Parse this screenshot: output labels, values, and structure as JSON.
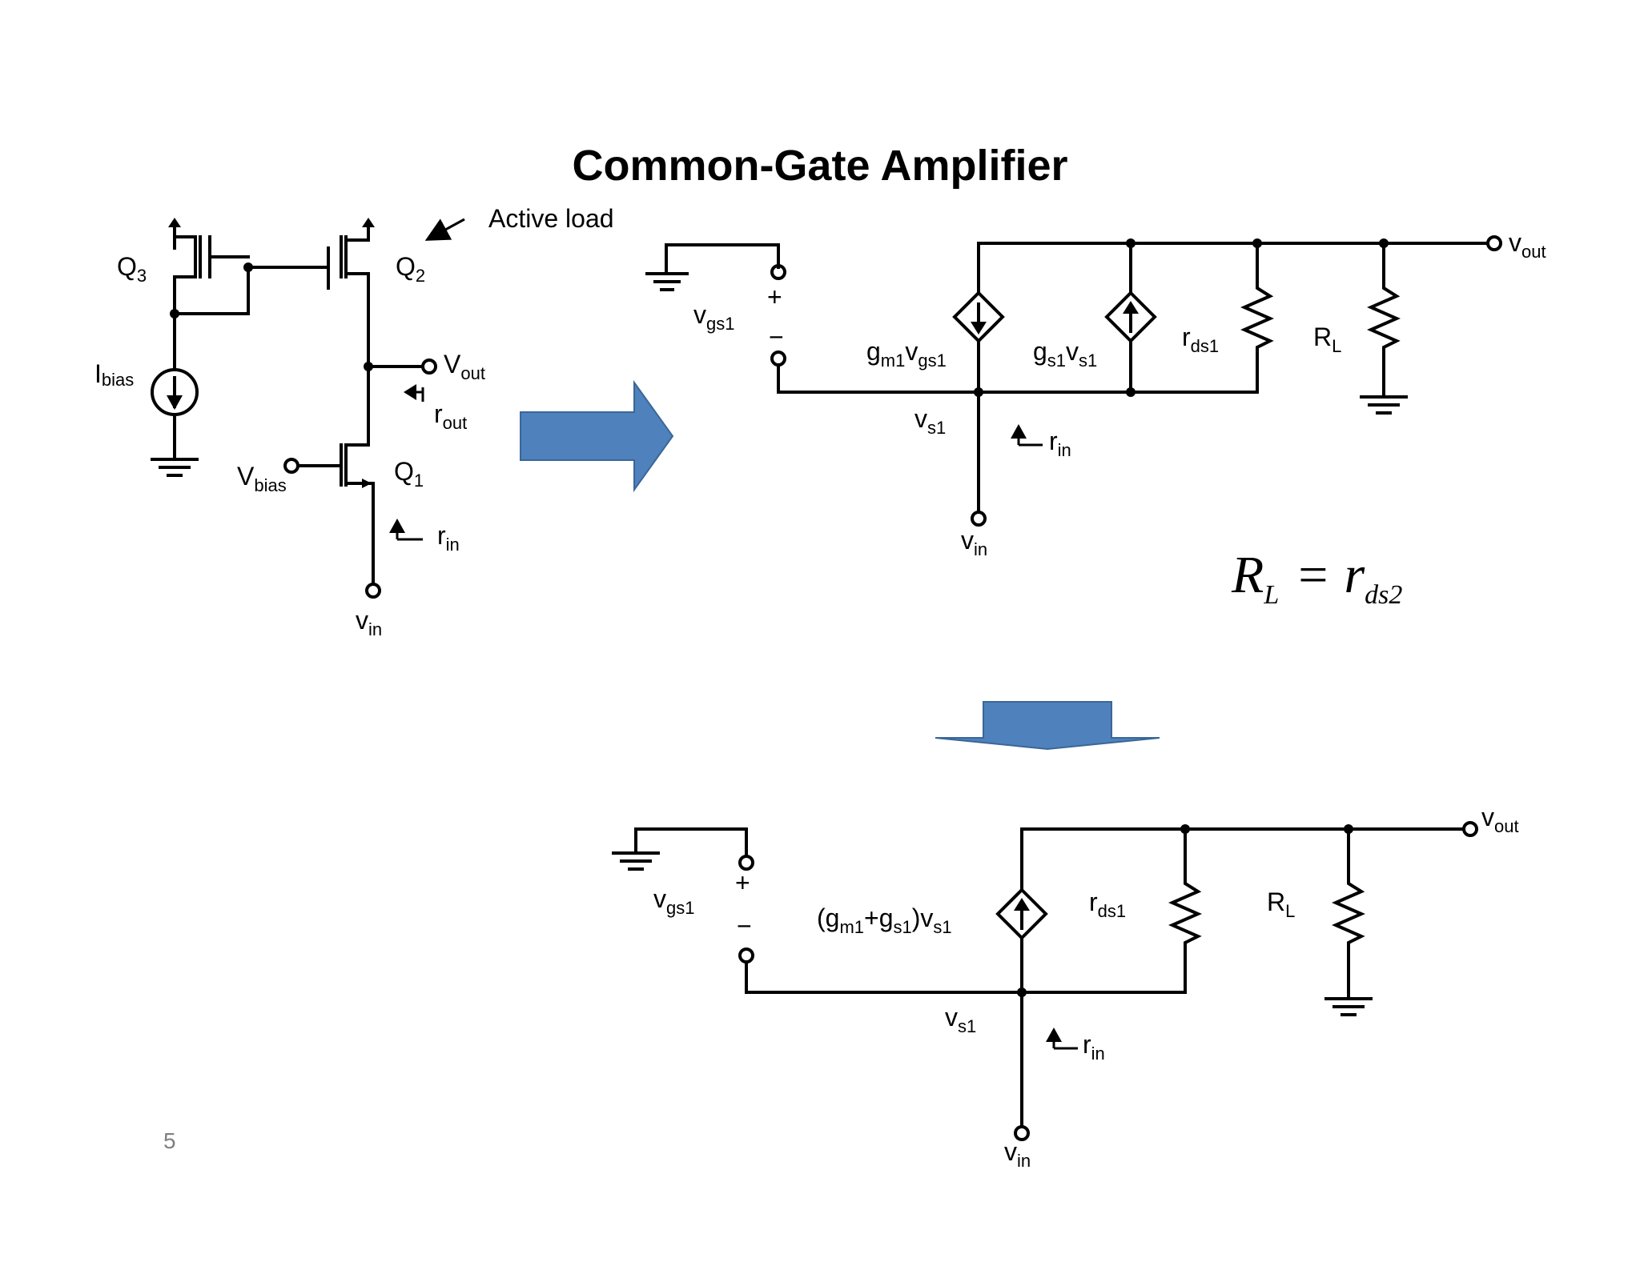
{
  "slide": {
    "title": "Common-Gate Amplifier",
    "page_number": "5",
    "arrow_color": "#4f81bd"
  },
  "circuit_schematic": {
    "labels": {
      "active_load": "Active load",
      "q3": "Q",
      "q3_sub": "3",
      "q2": "Q",
      "q2_sub": "2",
      "q1": "Q",
      "q1_sub": "1",
      "ibias": "I",
      "ibias_sub": "bias",
      "vbias": "V",
      "vbias_sub": "bias",
      "vout": "V",
      "vout_sub": "out",
      "rout": "r",
      "rout_sub": "out",
      "rin": "r",
      "rin_sub": "in",
      "vin": "v",
      "vin_sub": "in"
    }
  },
  "small_signal_model": {
    "labels": {
      "vgs1": "v",
      "vgs1_sub": "gs1",
      "plus": "+",
      "minus": "−",
      "gm1": "g",
      "gm1_sub": "m1",
      "gm1_v": "v",
      "gm1_v_sub": "gs1",
      "gs1": "g",
      "gs1_sub": "s1",
      "gs1_v": "v",
      "gs1_v_sub": "s1",
      "rds1": "r",
      "rds1_sub": "ds1",
      "rl": "R",
      "rl_sub": "L",
      "vout": "v",
      "vout_sub": "out",
      "vs1": "v",
      "vs1_sub": "s1",
      "rin": "r",
      "rin_sub": "in",
      "vin": "v",
      "vin_sub": "in"
    }
  },
  "equation": {
    "lhs": "R",
    "lhs_sub": "L",
    "equals": "=",
    "rhs": "r",
    "rhs_sub": "ds2"
  },
  "simplified_model": {
    "labels": {
      "vgs1": "v",
      "vgs1_sub": "gs1",
      "plus": "+",
      "minus": "−",
      "source": "(g",
      "source_sub1": "m1",
      "source_mid": "+g",
      "source_sub2": "s1",
      "source_end": ")v",
      "source_sub3": "s1",
      "rds1": "r",
      "rds1_sub": "ds1",
      "rl": "R",
      "rl_sub": "L",
      "vout": "v",
      "vout_sub": "out",
      "vs1": "v",
      "vs1_sub": "s1",
      "rin": "r",
      "rin_sub": "in",
      "vin": "v",
      "vin_sub": "in"
    }
  }
}
